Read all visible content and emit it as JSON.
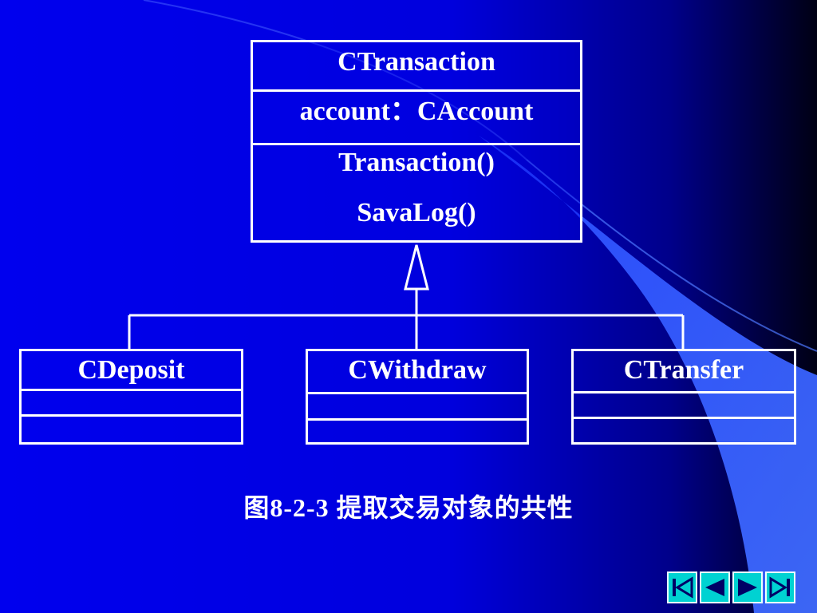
{
  "colors": {
    "background": "#0000e6",
    "accent_wave": "#3366ff",
    "line": "#ffffff",
    "nav_button": "#00d2d2"
  },
  "parent_class": {
    "name": "CTransaction",
    "attribute": "account：CAccount",
    "methods": [
      "Transaction()",
      "SavaLog()"
    ]
  },
  "child_classes": [
    {
      "name": "CDeposit"
    },
    {
      "name": "CWithdraw"
    },
    {
      "name": "CTransfer"
    }
  ],
  "relationship": "generalization",
  "caption": "图8-2-3  提取交易对象的共性",
  "nav_buttons": [
    {
      "icon": "first-slide-icon"
    },
    {
      "icon": "previous-slide-icon"
    },
    {
      "icon": "next-slide-icon"
    },
    {
      "icon": "last-slide-icon"
    }
  ]
}
